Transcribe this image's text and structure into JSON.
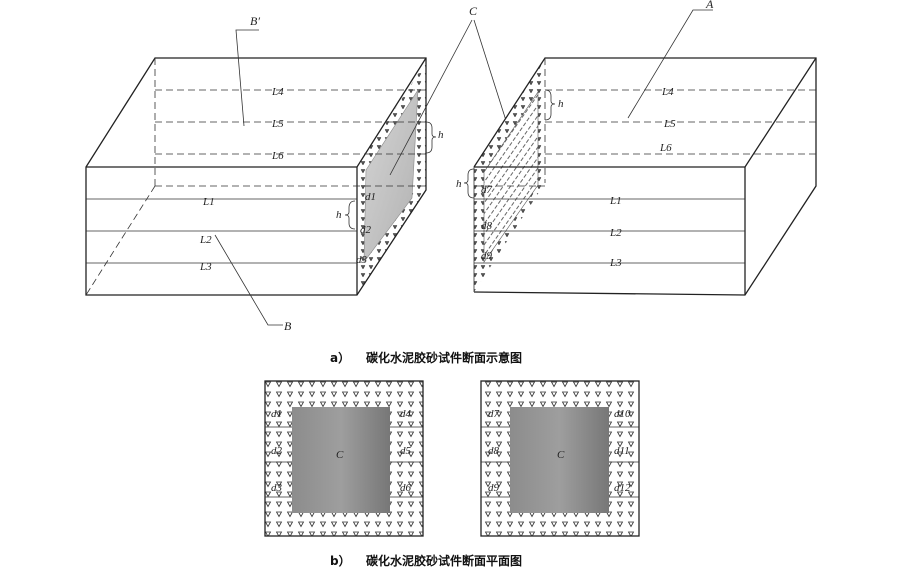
{
  "diagram_a": {
    "caption_prefix": "a）",
    "caption_text": "碳化水泥胶砂试件断面示意图",
    "labels": {
      "A": "A",
      "B_prime": "B′",
      "B": "B",
      "C": "C",
      "h": "h"
    },
    "left_block": {
      "top_lines": [
        "L4",
        "L5",
        "L6"
      ],
      "front_lines": [
        "L1",
        "L2",
        "L3"
      ],
      "depths": [
        "d1",
        "d2",
        "d3"
      ]
    },
    "right_block": {
      "top_lines": [
        "L4",
        "L5",
        "L6"
      ],
      "front_lines": [
        "L1",
        "L2",
        "L3"
      ],
      "depths": [
        "d7",
        "d8",
        "d9"
      ]
    }
  },
  "diagram_b": {
    "caption_prefix": "b）",
    "caption_text": "碳化水泥胶砂试件断面平面图",
    "left_section": {
      "core_label": "C",
      "left_depths": [
        "d1",
        "d2",
        "d3"
      ],
      "right_depths": [
        "d4",
        "d5",
        "d6"
      ]
    },
    "right_section": {
      "core_label": "C",
      "left_depths": [
        "d7",
        "d8",
        "d9"
      ],
      "right_depths": [
        "d10",
        "d11",
        "d12"
      ]
    }
  },
  "colors": {
    "line": "#222222",
    "core_dark": "#7a7a7a",
    "core_light": "#c8c8c8",
    "hatch_fill": "#d0d0d0"
  }
}
